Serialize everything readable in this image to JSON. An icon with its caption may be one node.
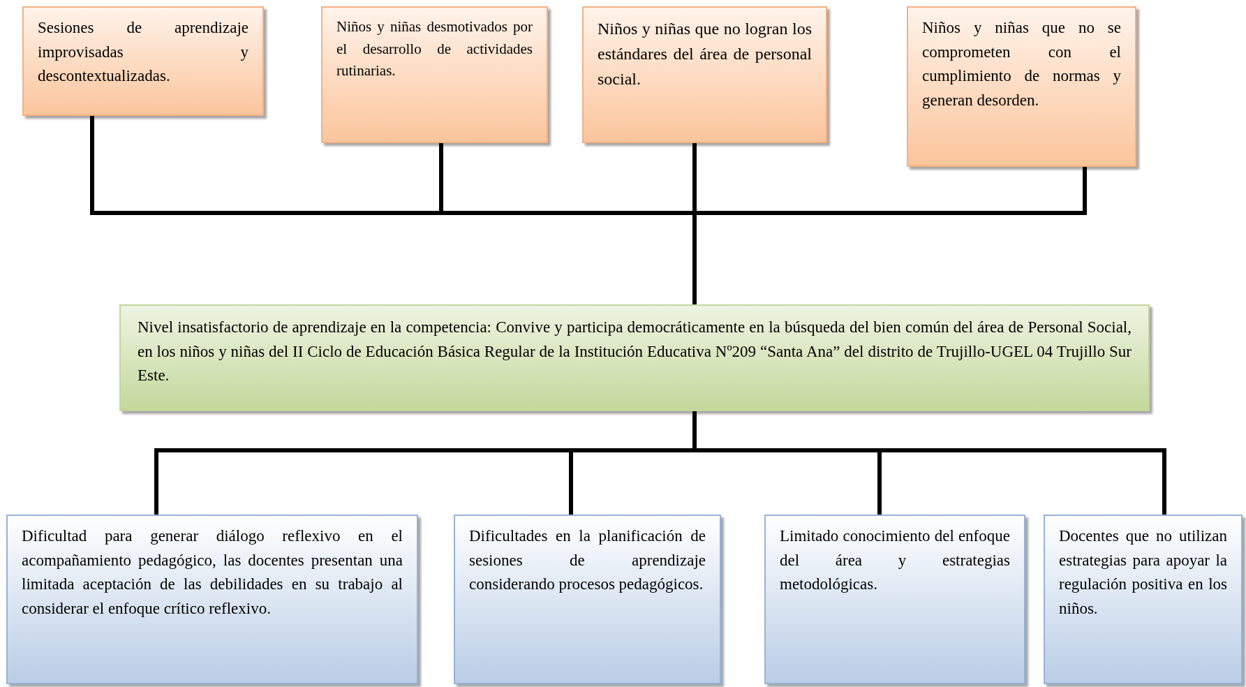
{
  "diagram": {
    "nodes": [
      {
        "text": [
          "Sesiones de aprendizaje improvisadas y descontextualizadas."
        ]
      },
      {
        "text": [
          "Niños y niñas desmotivados por el desarrollo de actividades rutinarias."
        ]
      },
      {
        "text": [
          "Niños y niñas que no logran los estándares del área de personal social."
        ]
      },
      {
        "text": [
          "Niños y niñas que no se comprometen con el cumplimiento de normas y generan desorden."
        ]
      },
      {
        "text": [
          "Nivel insatisfactorio de aprendizaje en la competencia: Convive y participa democráticamente en la búsqueda del bien común del área de Personal Social, en los niños y niñas del II Ciclo de Educación Básica Regular de la Institución Educativa Nº209 “Santa Ana” del distrito de Trujillo-UGEL 04 Trujillo Sur Este."
        ]
      },
      {
        "text": [
          "Dificultad para generar diálogo reflexivo en el acompañamiento pedagógico, las docentes presentan una limitada aceptación de las debilidades en su trabajo al considerar el enfoque crítico reflexivo."
        ]
      },
      {
        "text": [
          "Dificultades en la planificación de sesiones de aprendizaje considerando procesos pedagógicos."
        ]
      },
      {
        "text": [
          "Limitado conocimiento del enfoque del área y estrategias metodológicas."
        ]
      },
      {
        "text": [
          "Docentes que no utilizan estrategias para apoyar la regulación positiva en los niños."
        ]
      }
    ],
    "edges": [
      {
        "from": 0,
        "to": 4,
        "arrow": "none"
      },
      {
        "from": 1,
        "to": 4,
        "arrow": "none"
      },
      {
        "from": 2,
        "to": 4,
        "arrow": "none"
      },
      {
        "from": 3,
        "to": 4,
        "arrow": "none"
      },
      {
        "from": 4,
        "to": 5,
        "arrow": "none"
      },
      {
        "from": 4,
        "to": 6,
        "arrow": "none"
      },
      {
        "from": 4,
        "to": 7,
        "arrow": "none"
      },
      {
        "from": 4,
        "to": 8,
        "arrow": "none"
      }
    ]
  }
}
